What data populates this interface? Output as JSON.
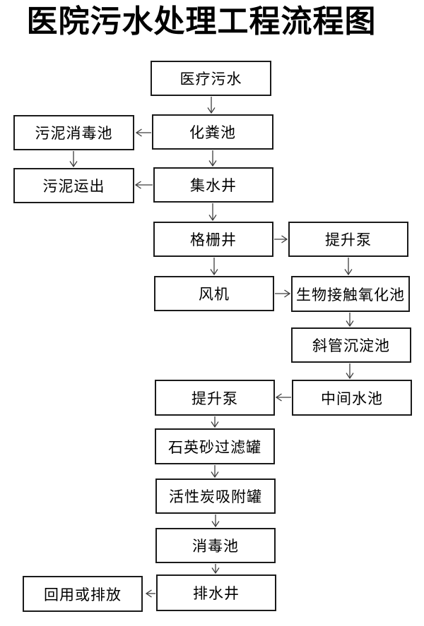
{
  "title": "医院污水处理工程流程图",
  "colors": {
    "background": "#ffffff",
    "box_border": "#1a1a1a",
    "arrow": "#3d3d3d",
    "text": "#000000"
  },
  "flowchart": {
    "nodes": [
      {
        "id": "medical-sewage",
        "label": "医疗污水"
      },
      {
        "id": "septic-tank",
        "label": "化粪池"
      },
      {
        "id": "sludge-disinfection-tank",
        "label": "污泥消毒池"
      },
      {
        "id": "sludge-removal",
        "label": "污泥运出"
      },
      {
        "id": "collection-well",
        "label": "集水井"
      },
      {
        "id": "screen-well",
        "label": "格栅井"
      },
      {
        "id": "lift-pump-1",
        "label": "提升泵"
      },
      {
        "id": "fan",
        "label": "风机"
      },
      {
        "id": "bio-contact-oxidation-tank",
        "label": "生物接触氧化池"
      },
      {
        "id": "inclined-tube-sedimentation-tank",
        "label": "斜管沉淀池"
      },
      {
        "id": "intermediate-water-tank",
        "label": "中间水池"
      },
      {
        "id": "lift-pump-2",
        "label": "提升泵"
      },
      {
        "id": "quartz-sand-filter-tank",
        "label": "石英砂过滤罐"
      },
      {
        "id": "activated-carbon-adsorption-tank",
        "label": "活性炭吸附罐"
      },
      {
        "id": "disinfection-tank",
        "label": "消毒池"
      },
      {
        "id": "drainage-well",
        "label": "排水井"
      },
      {
        "id": "reuse-or-discharge",
        "label": "回用或排放"
      }
    ],
    "edges": [
      {
        "from": "medical-sewage",
        "to": "septic-tank"
      },
      {
        "from": "septic-tank",
        "to": "sludge-disinfection-tank"
      },
      {
        "from": "septic-tank",
        "to": "collection-well"
      },
      {
        "from": "sludge-disinfection-tank",
        "to": "sludge-removal"
      },
      {
        "from": "collection-well",
        "to": "sludge-removal"
      },
      {
        "from": "collection-well",
        "to": "screen-well"
      },
      {
        "from": "screen-well",
        "to": "lift-pump-1"
      },
      {
        "from": "screen-well",
        "to": "fan"
      },
      {
        "from": "lift-pump-1",
        "to": "bio-contact-oxidation-tank"
      },
      {
        "from": "fan",
        "to": "bio-contact-oxidation-tank"
      },
      {
        "from": "bio-contact-oxidation-tank",
        "to": "inclined-tube-sedimentation-tank"
      },
      {
        "from": "inclined-tube-sedimentation-tank",
        "to": "intermediate-water-tank"
      },
      {
        "from": "intermediate-water-tank",
        "to": "lift-pump-2"
      },
      {
        "from": "lift-pump-2",
        "to": "quartz-sand-filter-tank"
      },
      {
        "from": "quartz-sand-filter-tank",
        "to": "activated-carbon-adsorption-tank"
      },
      {
        "from": "activated-carbon-adsorption-tank",
        "to": "disinfection-tank"
      },
      {
        "from": "disinfection-tank",
        "to": "drainage-well"
      },
      {
        "from": "drainage-well",
        "to": "reuse-or-discharge"
      }
    ]
  }
}
